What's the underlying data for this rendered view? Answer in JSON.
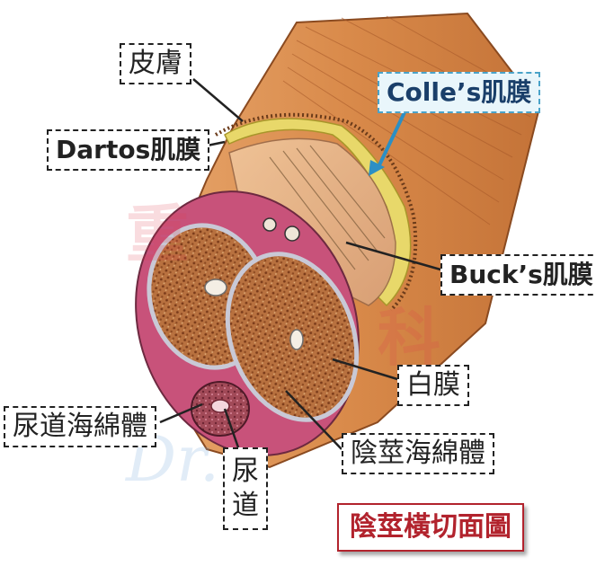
{
  "labels": {
    "skin": "皮膚",
    "dartos": "Dartos肌膜",
    "colles": "Colle’s肌膜",
    "bucks": "Buck’s肌膜",
    "tunica": "白膜",
    "corpus_cavernosum": "陰莖海綿體",
    "corpus_spongiosum": "尿道海綿體",
    "urethra": "尿道"
  },
  "title": "陰莖橫切面圖",
  "watermark": {
    "cn": "重",
    "cn2": "科",
    "en": "Dr."
  },
  "colors": {
    "label_border": "#222222",
    "colles_border": "#4aa3c9",
    "colles_bg": "#e9f6fb",
    "colles_text": "#1a3f6a",
    "title_red": "#b2232d",
    "arrow_blue": "#2c8fc4",
    "skin_orange": "#d98a4a",
    "dartos_yellow": "#e8d86a",
    "tunica_pink": "#c8527a",
    "cavernosum_brown": "#b0683a"
  }
}
